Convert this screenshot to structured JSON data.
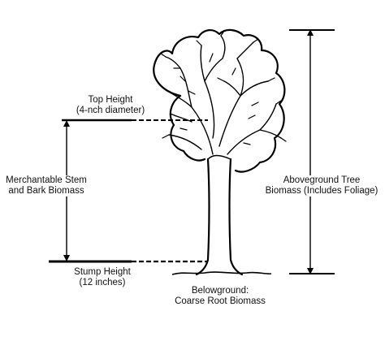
{
  "labels": {
    "top_height": "Top Height",
    "top_height_sub": "(4-nch diameter)",
    "merch_line1": "Merchantable Stem",
    "merch_line2": "and Bark Biomass",
    "above_line1": "Aboveground Tree",
    "above_line2": "Biomass (Includes Foliage)",
    "stump_height": "Stump Height",
    "stump_height_sub": "(12 inches)",
    "below_line1": "Belowground:",
    "below_line2": "Coarse Root Biomass"
  }
}
